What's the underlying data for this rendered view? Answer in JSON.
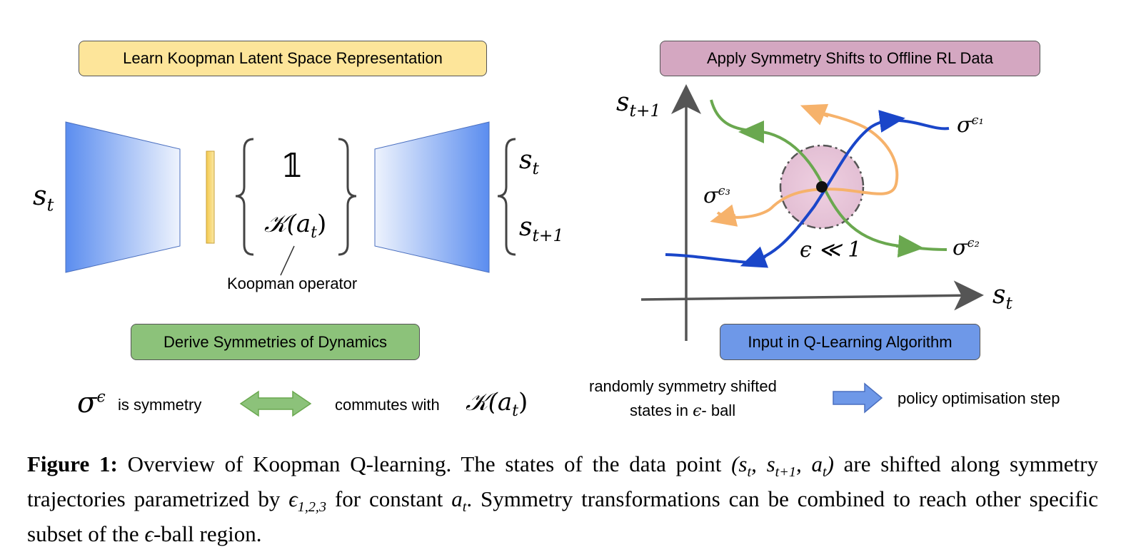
{
  "left_panel": {
    "title": "Learn Koopman Latent Space Representation",
    "title_color": "#fde59a",
    "input_label": "s",
    "input_sub": "t",
    "identity": "𝟙",
    "operator_main": "𝒦(a",
    "operator_sub": "t",
    "operator_close": ")",
    "operator_label": "Koopman operator",
    "output_s1": "s",
    "output_s1_sub": "t",
    "output_s2": "s",
    "output_s2_sub": "t+1",
    "derive_label": "Derive Symmetries of Dynamics",
    "derive_color": "#8cc27a",
    "sigma": "σ",
    "sigma_sup": "ϵ",
    "is_symmetry": "is symmetry",
    "commutes_with": "commutes with",
    "commutes_K": "𝒦(a",
    "commutes_K_sub": "t",
    "commutes_K_close": ")"
  },
  "right_panel": {
    "title": "Apply Symmetry Shifts to Offline RL Data",
    "title_color": "#d4a7c1",
    "y_axis_label": "s",
    "y_axis_sub": "t+1",
    "x_axis_label": "s",
    "x_axis_sub": "t",
    "sigma1": "σ",
    "sigma1_sup": "ϵ₁",
    "sigma2": "σ",
    "sigma2_sup": "ϵ₂",
    "sigma3": "σ",
    "sigma3_sup": "ϵ₃",
    "epsilon_label": "ϵ ≪ 1",
    "input_label": "Input in Q-Learning Algorithm",
    "input_color": "#6e98e8",
    "random_line1": "randomly symmetry shifted",
    "random_line2_pre": "states in",
    "random_line2_eps": "ϵ",
    "random_line2_post": "- ball",
    "policy_step": "policy optimisation step",
    "colors": {
      "blue": "#1a46c9",
      "green": "#6aa84f",
      "orange": "#f6b26b",
      "ball": "#e6c3d7"
    }
  },
  "caption": {
    "label": "Figure 1:",
    "text_1": " Overview of Koopman Q-learning.  The states of the data point ",
    "tuple": "(s",
    "tuple_s_sub": "t",
    "tuple_mid": ", s",
    "tuple_s1_sub": "t+1",
    "tuple_mid2": ", a",
    "tuple_a_sub": "t",
    "tuple_close": ")",
    "text_2": " are shifted along symmetry trajectories parametrized by ",
    "eps": "ϵ",
    "eps_sub": "1,2,3",
    "text_3": " for constant ",
    "a": "a",
    "a_sub": "t",
    "text_4": ". Symmetry transformations can be combined to reach other specific subset of the ",
    "eps2": "ϵ",
    "text_5": "-ball region."
  }
}
